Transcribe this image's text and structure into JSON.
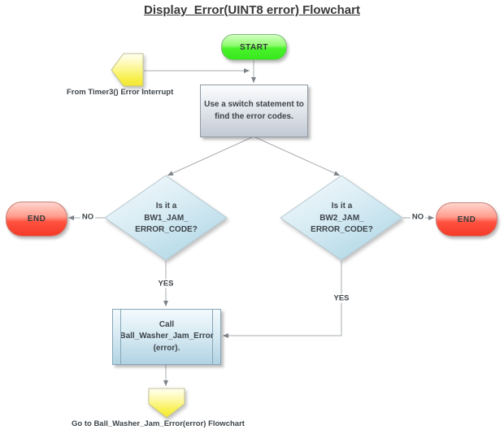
{
  "title": "Display_Error(UINT8 error) Flowchart",
  "nodes": {
    "start": {
      "label": "START"
    },
    "from_interrupt": {
      "caption": "From Timer3() Error Interrupt"
    },
    "switch_process": {
      "label": "Use a switch statement to\nfind the error codes."
    },
    "bw1_decision": {
      "label": "Is it a\nBW1_JAM_\nERROR_CODE?"
    },
    "bw2_decision": {
      "label": "Is it a\nBW2_JAM_\nERROR_CODE?"
    },
    "end_left": {
      "label": "END"
    },
    "end_right": {
      "label": "END"
    },
    "call_jam_error": {
      "label": "Call\nBall_Washer_Jam_Error\n(error)."
    },
    "goto_flowchart": {
      "caption": "Go to Ball_Washer_Jam_Error(error) Flowchart"
    }
  },
  "edges": {
    "no_left": "NO",
    "no_right": "NO",
    "yes_left": "YES",
    "yes_right": "YES"
  },
  "colors": {
    "start_fill": "#4af32c",
    "end_fill": "#ff5240",
    "process_fill": "#c2c9d3",
    "decision_fill": "#b5d9e8",
    "offpage_connector_fill": "#f7ef45",
    "line": "#a7abaf",
    "arrowhead": "#7e8389",
    "text": "#3d4449"
  }
}
